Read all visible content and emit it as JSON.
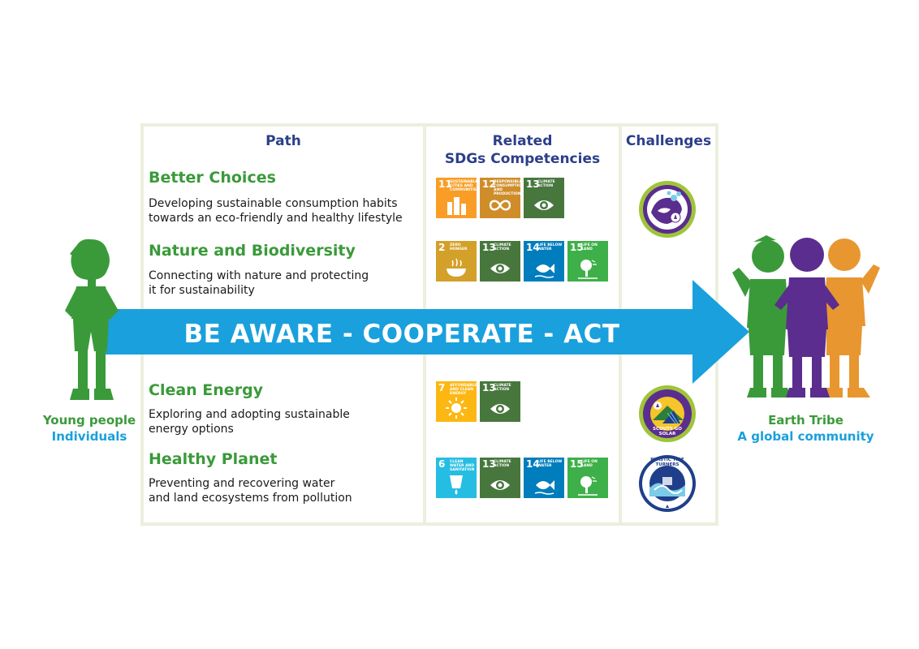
{
  "columns": {
    "path": "Path",
    "related_line1": "Related",
    "related_line2": "SDGs Competencies",
    "challenges": "Challenges"
  },
  "paths": [
    {
      "title": "Better Choices",
      "desc1": "Developing sustainable consumption habits",
      "desc2": "towards an eco-friendly and healthy lifestyle"
    },
    {
      "title": "Nature and Biodiversity",
      "desc1": "Connecting with nature and protecting",
      "desc2": "it for sustainability"
    },
    {
      "title": "Clean Energy",
      "desc1": "Exploring and adopting sustainable",
      "desc2": "energy options"
    },
    {
      "title": "Healthy Planet",
      "desc1": "Preventing and recovering water",
      "desc2": "and land ecosystems from pollution"
    }
  ],
  "sdgs": {
    "row1": [
      {
        "num": "11",
        "label": "Sustainable cities and communities",
        "color": "#f99d26",
        "icon": "city-icon"
      },
      {
        "num": "12",
        "label": "Responsible consumption and production",
        "color": "#cf8d2a",
        "icon": "infinity-icon"
      },
      {
        "num": "13",
        "label": "Climate action",
        "color": "#48773e",
        "icon": "eye-icon"
      }
    ],
    "row2": [
      {
        "num": "2",
        "label": "Zero hunger",
        "color": "#d3a029",
        "icon": "bowl-icon"
      },
      {
        "num": "13",
        "label": "Climate action",
        "color": "#48773e",
        "icon": "eye-icon"
      },
      {
        "num": "14",
        "label": "Life below water",
        "color": "#007dbc",
        "icon": "fish-icon"
      },
      {
        "num": "15",
        "label": "Life on land",
        "color": "#3eb049",
        "icon": "tree-icon"
      }
    ],
    "row3": [
      {
        "num": "7",
        "label": "Affordable and clean energy",
        "color": "#fcb713",
        "icon": "sun-icon"
      },
      {
        "num": "13",
        "label": "Climate action",
        "color": "#48773e",
        "icon": "eye-icon"
      }
    ],
    "row4": [
      {
        "num": "6",
        "label": "Clean water and sanitation",
        "color": "#26bde2",
        "icon": "water-icon"
      },
      {
        "num": "13",
        "label": "Climate action",
        "color": "#48773e",
        "icon": "eye-icon"
      },
      {
        "num": "14",
        "label": "Life below water",
        "color": "#007dbc",
        "icon": "fish-icon"
      },
      {
        "num": "15",
        "label": "Life on land",
        "color": "#3eb049",
        "icon": "tree-icon"
      }
    ]
  },
  "badges": {
    "solar_text": "SCOUTS GO SOLAR",
    "tide_text": "PLASTIC TIDE TURNERS"
  },
  "arrow": {
    "text": "BE AWARE - COOPERATE - ACT",
    "color": "#1aa0dc"
  },
  "left_caption": {
    "line1": "Young people",
    "line2": "Individuals"
  },
  "right_caption": {
    "line1": "Earth Tribe",
    "line2": "A global community"
  },
  "colors": {
    "green": "#3a9a3a",
    "blue": "#1aa0dc",
    "navy": "#2b3f8a",
    "purple": "#5b2d8e",
    "orange": "#e8962f"
  }
}
